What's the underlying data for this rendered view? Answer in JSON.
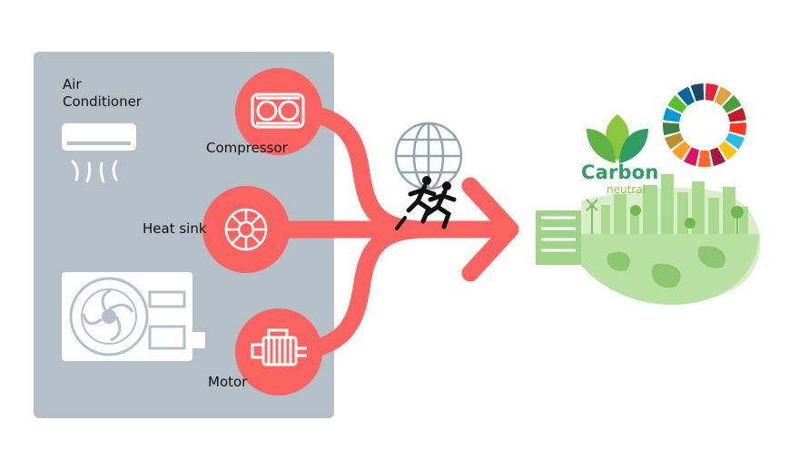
{
  "air_conditioner": {
    "title": "Air Conditioner"
  },
  "components": [
    {
      "label": "Compressor"
    },
    {
      "label": "Heat sink"
    },
    {
      "label": "Motor"
    }
  ],
  "logo": {
    "carbon": "Carbon",
    "neutral": "neutral"
  },
  "colors": {
    "panel": "#b5bfc8",
    "flow_red": "#fa6360",
    "icon_white": "#ffffff",
    "globe": "#8fa4b2",
    "green_dark": "#2f9e63",
    "green_light": "#8cc63f",
    "bulb_green": "#9fd38a"
  },
  "icons": [
    "air-conditioner-indoor-icon",
    "outdoor-unit-icon",
    "compressor-icon",
    "heat-sink-icon",
    "motor-icon",
    "globe-icon",
    "runners-icon",
    "sdg-wheel-icon",
    "leaf-logo-icon",
    "green-city-bulb-icon"
  ]
}
